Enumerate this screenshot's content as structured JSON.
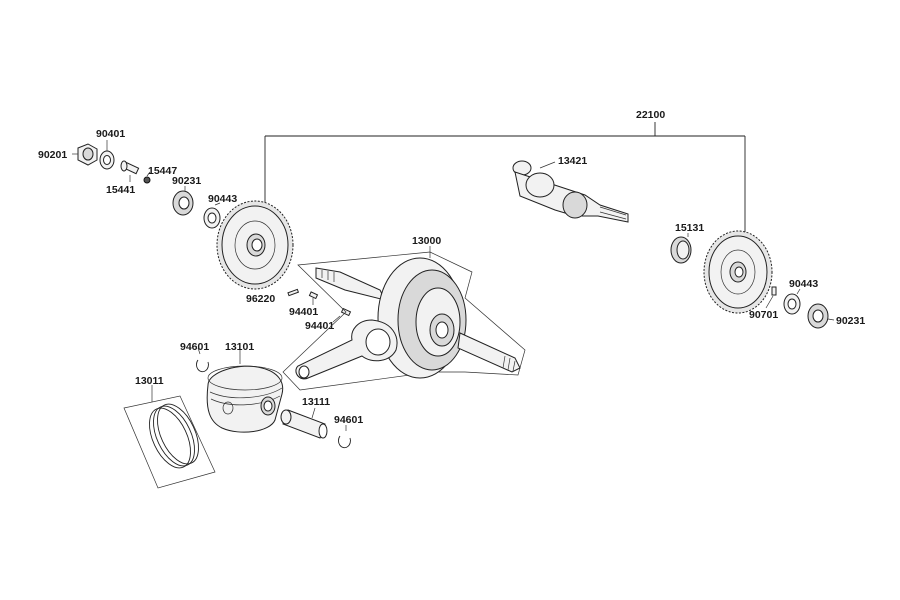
{
  "labels": {
    "assembly": "22100",
    "p90201": "90201",
    "p90401": "90401",
    "p15447": "15447",
    "p15441": "15441",
    "p90231_left": "90231",
    "p90443_left": "90443",
    "p13421": "13421",
    "p13000": "13000",
    "p15131": "15131",
    "p96220": "96220",
    "p94401_a": "94401",
    "p94401_b": "94401",
    "p90443_right": "90443",
    "p90701": "90701",
    "p90231_right": "90231",
    "p94601_top": "94601",
    "p13101": "13101",
    "p13011": "13011",
    "p13111": "13111",
    "p94601_bottom": "94601"
  }
}
